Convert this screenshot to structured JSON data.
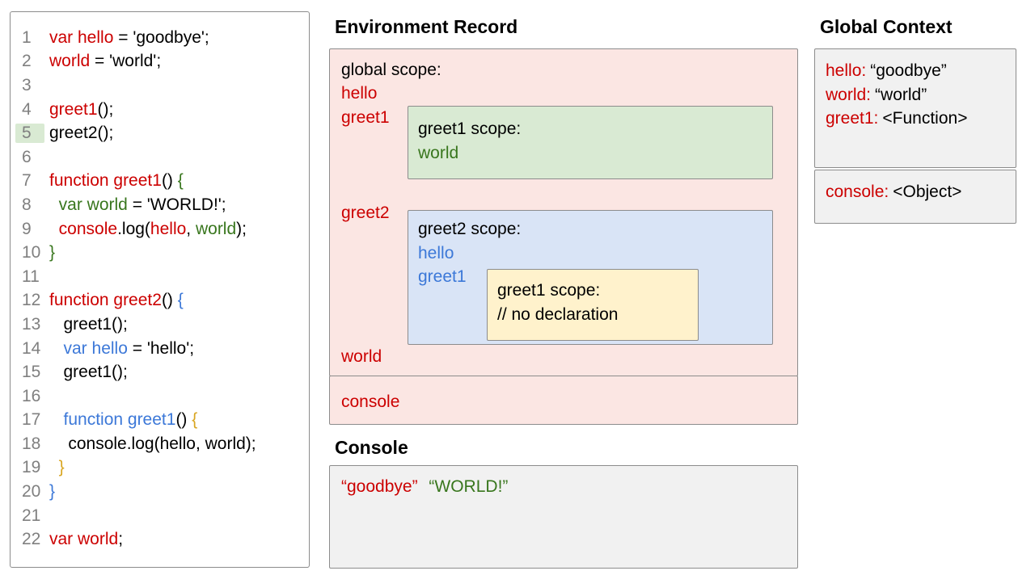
{
  "colors": {
    "red": "#cc0000",
    "green": "#38761d",
    "blue": "#3c78d8",
    "yellow": "#d9a621",
    "black": "#000000",
    "line_number_gray": "#808080",
    "pink_bg": "#fbe6e3",
    "green_bg": "#d9ead3",
    "blue_bg": "#d9e4f6",
    "yellow_bg": "#fff2cc",
    "gray_bg": "#f1f1f1",
    "highlight_bg": "#d9ead3"
  },
  "code": {
    "lines": [
      {
        "n": "1",
        "tokens": [
          [
            "var hello",
            "red"
          ],
          [
            " = 'goodbye';",
            "black"
          ]
        ]
      },
      {
        "n": "2",
        "tokens": [
          [
            "world",
            "red"
          ],
          [
            " = 'world';",
            "black"
          ]
        ]
      },
      {
        "n": "3",
        "tokens": []
      },
      {
        "n": "4",
        "tokens": [
          [
            "greet1",
            "red"
          ],
          [
            "();",
            "black"
          ]
        ]
      },
      {
        "n": "5",
        "highlight": true,
        "tokens": [
          [
            "greet2();",
            "black"
          ]
        ]
      },
      {
        "n": "6",
        "tokens": []
      },
      {
        "n": "7",
        "tokens": [
          [
            "function greet1",
            "red"
          ],
          [
            "() ",
            "black"
          ],
          [
            "{",
            "green"
          ]
        ]
      },
      {
        "n": "8",
        "tokens": [
          [
            "  var world",
            "green"
          ],
          [
            " = 'WORLD!';",
            "black"
          ]
        ]
      },
      {
        "n": "9",
        "tokens": [
          [
            "  console",
            "red"
          ],
          [
            ".log(",
            "black"
          ],
          [
            "hello",
            "red"
          ],
          [
            ", ",
            "black"
          ],
          [
            "world",
            "green"
          ],
          [
            ");",
            "black"
          ]
        ]
      },
      {
        "n": "10",
        "tokens": [
          [
            "}",
            "green"
          ]
        ]
      },
      {
        "n": "11",
        "tokens": []
      },
      {
        "n": "12",
        "tokens": [
          [
            "function greet2",
            "red"
          ],
          [
            "() ",
            "black"
          ],
          [
            "{",
            "blue"
          ]
        ]
      },
      {
        "n": "13",
        "tokens": [
          [
            "   greet1();",
            "black"
          ]
        ]
      },
      {
        "n": "14",
        "tokens": [
          [
            "   var hello",
            "blue"
          ],
          [
            " = 'hello';",
            "black"
          ]
        ]
      },
      {
        "n": "15",
        "tokens": [
          [
            "   greet1();",
            "black"
          ]
        ]
      },
      {
        "n": "16",
        "tokens": []
      },
      {
        "n": "17",
        "tokens": [
          [
            "   function greet1",
            "blue"
          ],
          [
            "() ",
            "black"
          ],
          [
            "{",
            "yellow"
          ]
        ]
      },
      {
        "n": "18",
        "tokens": [
          [
            "    console.log(hello, world);",
            "black"
          ]
        ]
      },
      {
        "n": "19",
        "tokens": [
          [
            "  }",
            "yellow"
          ]
        ]
      },
      {
        "n": "20",
        "tokens": [
          [
            "}",
            "blue"
          ]
        ]
      },
      {
        "n": "21",
        "tokens": []
      },
      {
        "n": "22",
        "tokens": [
          [
            "var world",
            "red"
          ],
          [
            ";",
            "black"
          ]
        ]
      }
    ]
  },
  "env": {
    "title": "Environment Record",
    "global_scope_label": "global scope:",
    "var_hello": "hello",
    "var_greet1": "greet1",
    "var_greet2": "greet2",
    "var_world": "world",
    "var_console": "console",
    "greet1_scope": {
      "label": "greet1 scope:",
      "var_world": "world"
    },
    "greet2_scope": {
      "label": "greet2 scope:",
      "var_hello": "hello",
      "var_greet1": "greet1"
    },
    "inner_greet1_scope": {
      "label": "greet1 scope:",
      "comment": "// no declaration"
    }
  },
  "console_panel": {
    "title": "Console",
    "output_goodbye": "“goodbye”",
    "output_world": "“WORLD!”"
  },
  "global_context": {
    "title": "Global Context",
    "entries": [
      {
        "name": "hello:",
        "value": "“goodbye”"
      },
      {
        "name": "world:",
        "value": "“world”"
      },
      {
        "name": "greet1:",
        "value": "<Function>"
      }
    ],
    "console_entry": {
      "name": "console:",
      "value": "<Object>"
    }
  }
}
